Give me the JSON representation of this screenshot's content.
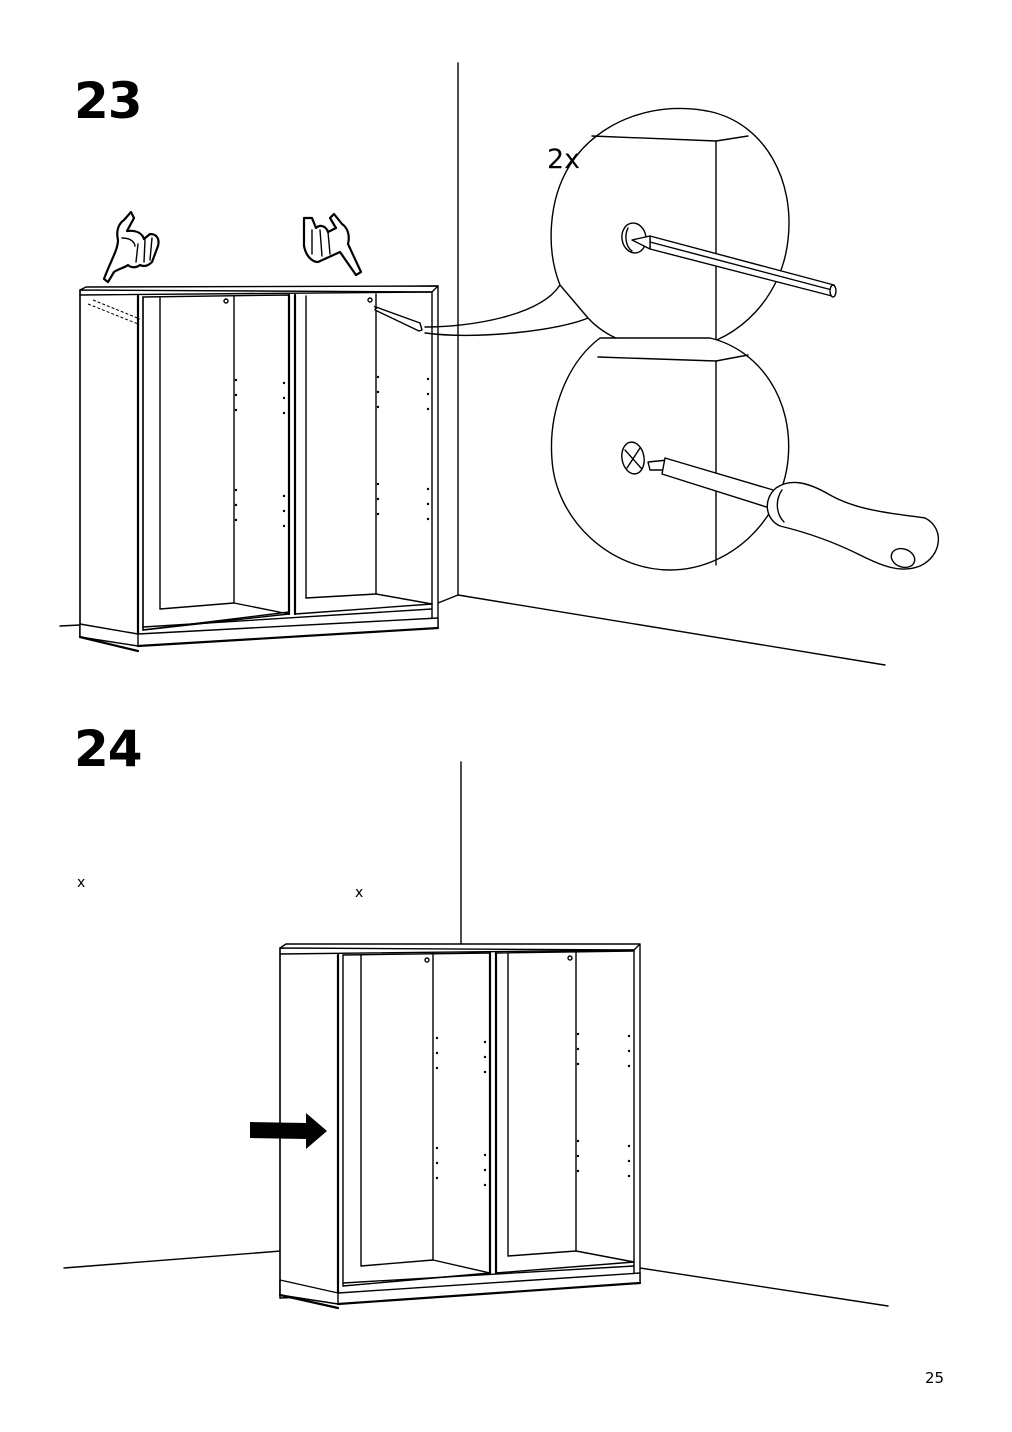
{
  "steps": {
    "step23": {
      "number": "23",
      "quantity": "2x"
    },
    "step24": {
      "number": "24",
      "marks": [
        "x",
        "x"
      ]
    }
  },
  "page": {
    "number": "25"
  },
  "icons": [
    "pointing-hand-icon",
    "pencil-icon",
    "screwdriver-icon",
    "screw-icon",
    "arrow-right-icon"
  ]
}
